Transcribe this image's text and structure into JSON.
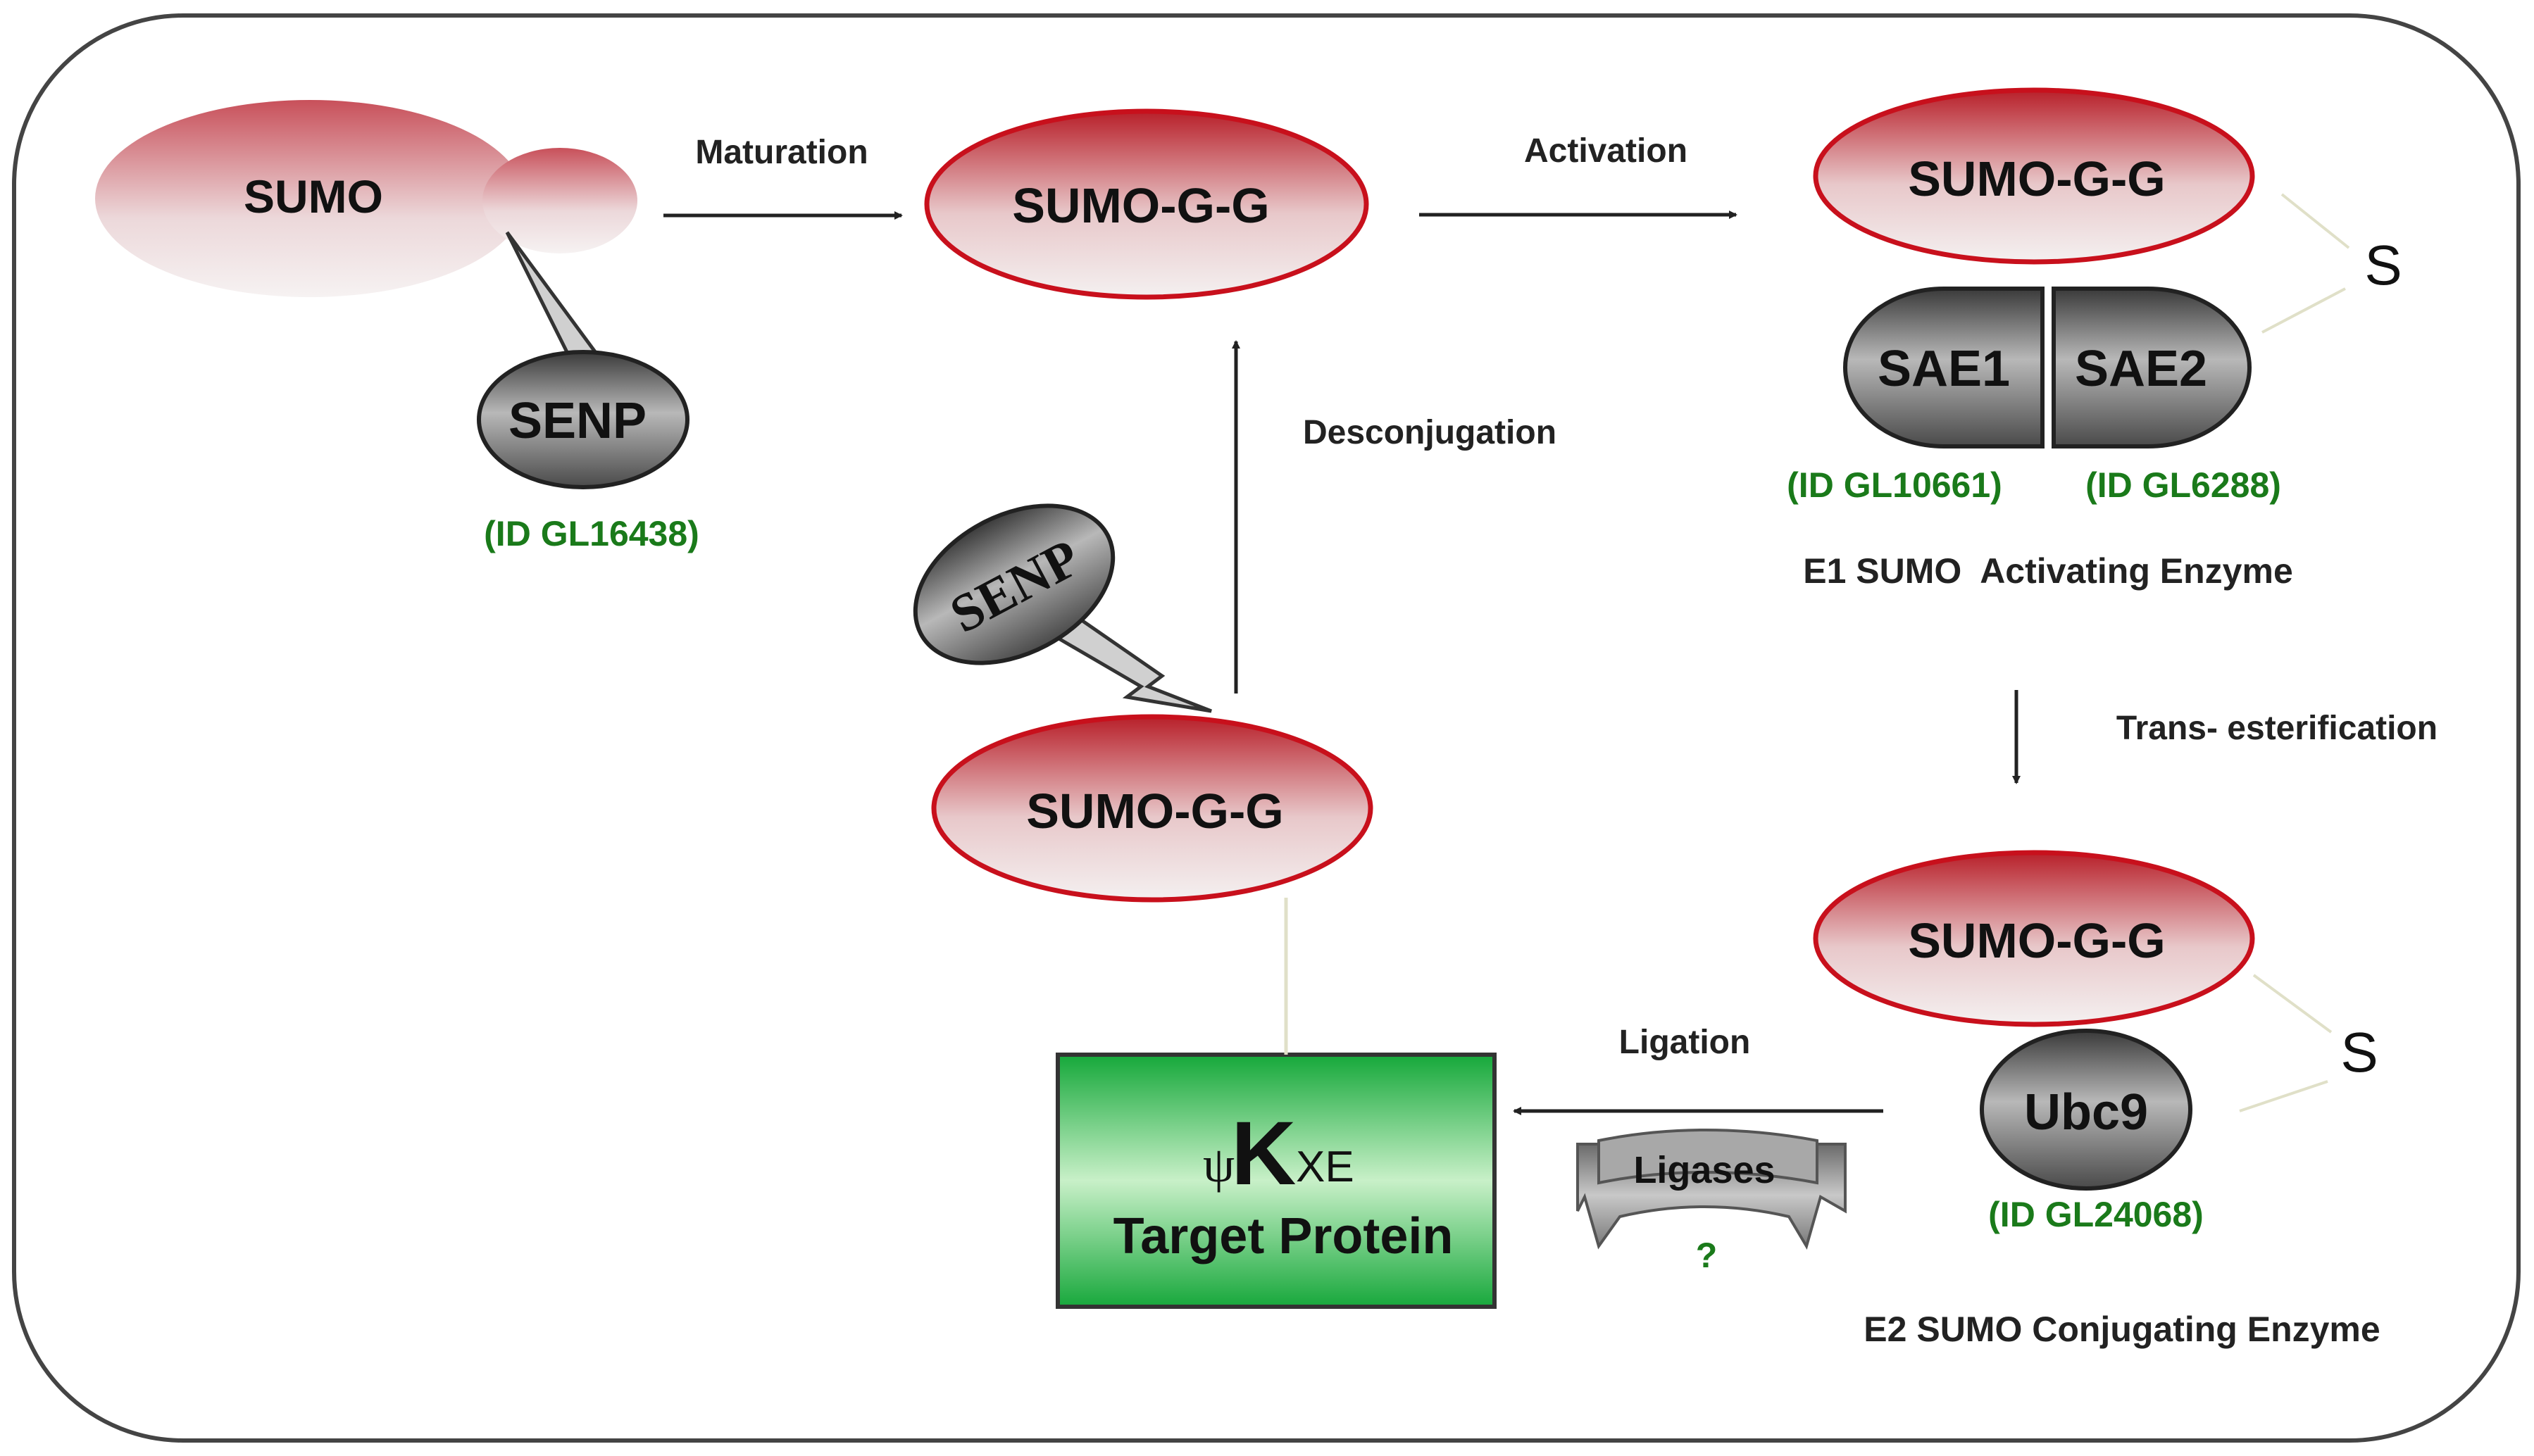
{
  "diagram": {
    "nodes": {
      "sumo_precursor": "SUMO",
      "senp_maturation": "SENP",
      "senp_maturation_id": "(ID GL16438)",
      "sumo_mature": "SUMO-G-G",
      "sumo_e1": "SUMO-G-G",
      "sae1": "SAE1",
      "sae2": "SAE2",
      "sae1_id": "(ID GL10661)",
      "sae2_id": "(ID GL6288)",
      "e1_label": "E1 SUMO  Activating Enzyme",
      "s_e1": "S",
      "sumo_e2": "SUMO-G-G",
      "ubc9": "Ubc9",
      "ubc9_id": "(ID GL24068)",
      "e2_label": "E2 SUMO Conjugating Enzyme",
      "s_e2": "S",
      "sumo_conjugated": "SUMO-G-G",
      "senp_deconj": "SENP",
      "target_motif_psi": "ψ",
      "target_motif_k": "K",
      "target_motif_xe": "XE",
      "target_protein": "Target Protein",
      "ligases": "Ligases",
      "ligases_q": "?"
    },
    "edges": {
      "maturation": "Maturation",
      "activation": "Activation",
      "trans_esterification": "Trans- esterification",
      "ligation": "Ligation",
      "desconjugation": "Desconjugation"
    }
  }
}
